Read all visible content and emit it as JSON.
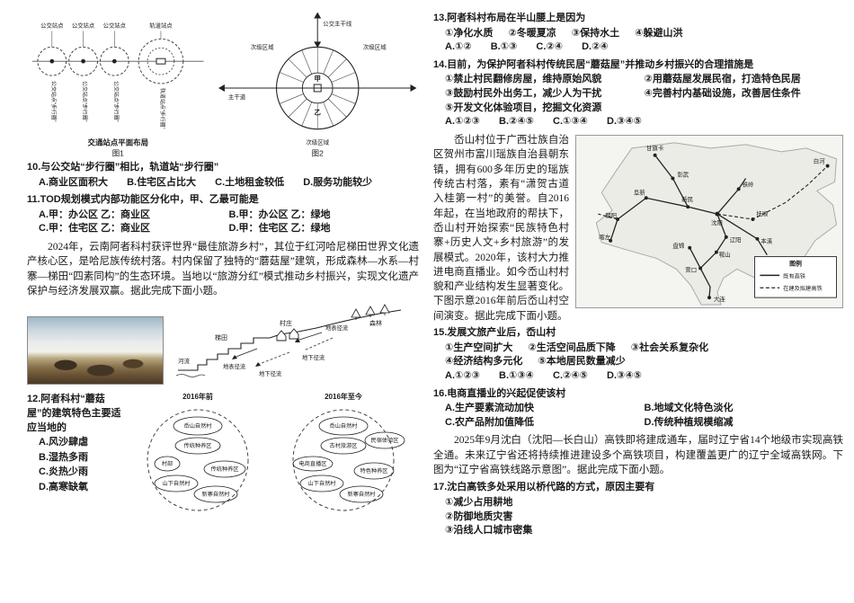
{
  "passages": {
    "p1": "2024年，云南阿者科村获评世界“最佳旅游乡村”，其位于红河哈尼梯田世界文化遗产核心区，是哈尼族传统村落。村内保留了独特的“蘑菇屋”建筑，形成森林—水系—村寨—梯田“四素同构”的生态环境。当地以“旅游分红”模式推动乡村振兴，实现文化遗产保护与经济发展双赢。据此完成下面小题。",
    "p2": "岙山村位于广西壮族自治区贺州市富川瑶族自治县朝东镇，拥有600多年历史的瑶族传统古村落，素有“潇贺古道入桂第一村”的美誉。自2016年起，在当地政府的帮扶下，岙山村开始探索“民族特色村寨+历史人文+乡村旅游”的发展模式。2020年，该村大力推进电商直播业。如今岙山村村貌和产业结构发生显著变化。下图示意2016年前后岙山村空间演变。据此完成下面小题。",
    "p3": "2025年9月沈白（沈阳—长白山）高铁即将建成通车，届时辽宁省14个地级市实现高铁全通。未来辽宁省还将持续推进建设多个高铁项目，构建覆盖更广的辽宁全域高铁网。下图为“辽宁省高铁线路示意图”。据此完成下面小题。"
  },
  "questions": {
    "q10": {
      "stem": "10.与公交站“步行圈”相比，轨道站“步行圈”",
      "options": [
        "A.商业区面积大",
        "B.住宅区占比大",
        "C.土地租金较低",
        "D.服务功能较少"
      ]
    },
    "q11": {
      "stem": "11.TOD规划模式内部功能区分化中，甲、乙最可能是",
      "options": [
        "A.甲：办公区 乙：商业区",
        "B.甲：办公区 乙：绿地",
        "C.甲：住宅区 乙：商业区",
        "D.甲：住宅区 乙：绿地"
      ]
    },
    "q12": {
      "stem": "12.阿者科村“蘑菇屋”的建筑特色主要适应当地的",
      "options": [
        "A.风沙肆虐",
        "B.湿热多雨",
        "C.炎热少雨",
        "D.高寒缺氧"
      ]
    },
    "q13": {
      "stem": "13.阿者科村布局在半山腰上是因为",
      "items": [
        "①净化水质",
        "②冬暖夏凉",
        "③保持水土",
        "④躲避山洪"
      ],
      "options": [
        "A.①②",
        "B.①③",
        "C.②④",
        "D.②④"
      ]
    },
    "q14": {
      "stem": "14.目前，为保护阿者科村传统民居“蘑菇屋”并推动乡村振兴的合理措施是",
      "items": [
        "①禁止村民翻修房屋，维持原始风貌",
        "②用蘑菇屋发展民宿，打造特色民居",
        "③鼓励村民外出务工，减少人为干扰",
        "④完善村内基础设施，改善居住条件",
        "⑤开发文化体验项目，挖掘文化资源"
      ],
      "options": [
        "A.①②③",
        "B.②④⑤",
        "C.①③④",
        "D.③④⑤"
      ]
    },
    "q15": {
      "stem": "15.发展文旅产业后，岙山村",
      "items": [
        "①生产空间扩大",
        "②生活空间品质下降",
        "③社会关系复杂化",
        "④经济结构多元化",
        "⑤本地居民数量减少"
      ],
      "options": [
        "A.①②③",
        "B.①③④",
        "C.②④⑤",
        "D.③④⑤"
      ]
    },
    "q16": {
      "stem": "16.电商直播业的兴起促使该村",
      "options": [
        "A.生产要素流动加快",
        "B.地域文化特色淡化",
        "C.农产品附加值降低",
        "D.传统种植规模缩减"
      ]
    },
    "q17": {
      "stem": "17.沈白高铁多处采用以桥代路的方式，原因主要有",
      "items": [
        "①减少占用耕地",
        "②防御地质灾害",
        "③沿线人口城市密集"
      ]
    }
  },
  "figures": {
    "fig1": {
      "caption": "交通站点平面布局",
      "num": "图1",
      "top_labels": [
        "公交站点",
        "公交站点",
        "公交站点",
        "轨道站点"
      ],
      "walk_labels": [
        "公交站点“步行圈”",
        "公交站点“步行圈”",
        "公交站点“步行圈”",
        "轨道站点“步行圈”"
      ]
    },
    "fig2": {
      "num": "图2",
      "bus_line": "公交主干线",
      "secondary_tl": "次级区域",
      "secondary_tr": "次级区域",
      "secondary_b": "次级区域",
      "jia": "甲",
      "yi": "乙",
      "main_road": "主干道"
    },
    "terrain": {
      "forest": "森林",
      "village": "村庄",
      "terrace": "梯田",
      "surface1": "地表径流",
      "surface2": "地表径流",
      "river": "河流",
      "ground1": "地下径流",
      "ground2": "地下径流"
    },
    "circles": {
      "before": {
        "title": "2016年前",
        "labels": [
          "岙山自然村",
          "传统种养区",
          "村部",
          "山下自然村",
          "新寨自然村",
          "传统种养区"
        ]
      },
      "after": {
        "title": "2016年至今",
        "labels": [
          "岙山自然村",
          "古村旅游区",
          "电商直播区",
          "山下自然村",
          "新寨自然村",
          "特色种养区",
          "民宿体验区"
        ]
      }
    },
    "map": {
      "legend_title": "图例",
      "legend_solid": "既有高铁",
      "legend_dashed": "在建及拟建高铁",
      "cities": [
        "甘旗卡",
        "彰武",
        "阜新",
        "朝阳",
        "喀左",
        "新民",
        "沈阳",
        "铁岭",
        "抚顺",
        "本溪",
        "辽阳",
        "鞍山",
        "盘锦",
        "营口",
        "大连",
        "白河"
      ]
    }
  }
}
